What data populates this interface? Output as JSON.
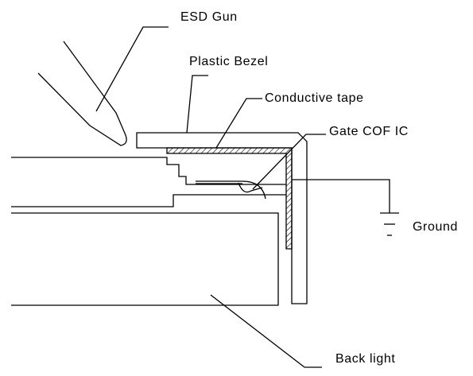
{
  "labels": {
    "esd_gun": "ESD Gun",
    "plastic_bezel": "Plastic Bezel",
    "conductive_tape": "Conductive tape",
    "gate_cof_ic": "Gate COF IC",
    "ground": "Ground",
    "back_light": "Back light"
  }
}
